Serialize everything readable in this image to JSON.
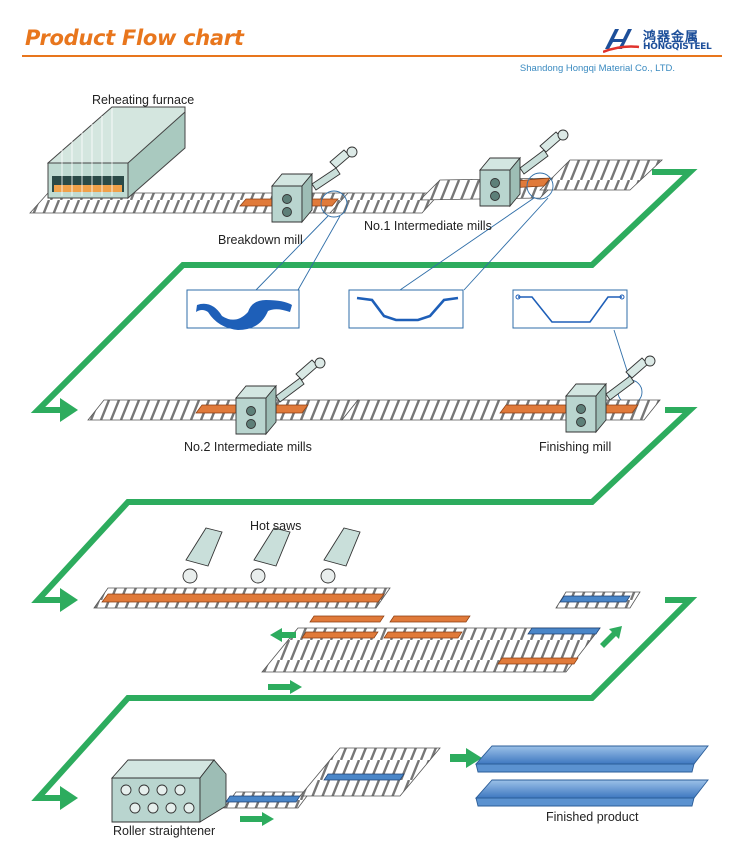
{
  "header": {
    "title": "Product Flow chart",
    "company": "Shandong Hongqi Material Co., LTD.",
    "logo_cn": "鸿器金属",
    "logo_en": "HONGQISTEEL"
  },
  "labels": {
    "reheating_furnace": "Reheating furnace",
    "breakdown_mill": "Breakdown mill",
    "no1_intermediate": "No.1  Intermediate mills",
    "no2_intermediate": "No.2  Intermediate mills",
    "finishing_mill": "Finishing mill",
    "hot_saws": "Hot saws",
    "roller_straightener": "Roller straightener",
    "finished_product": "Finished product"
  },
  "colors": {
    "accent_orange": "#e8761d",
    "flow_green": "#2dac5e",
    "steel_blue": "#4a86c8",
    "hot_bar": "#e07a3a",
    "machine_teal": "#b9d5cf"
  }
}
